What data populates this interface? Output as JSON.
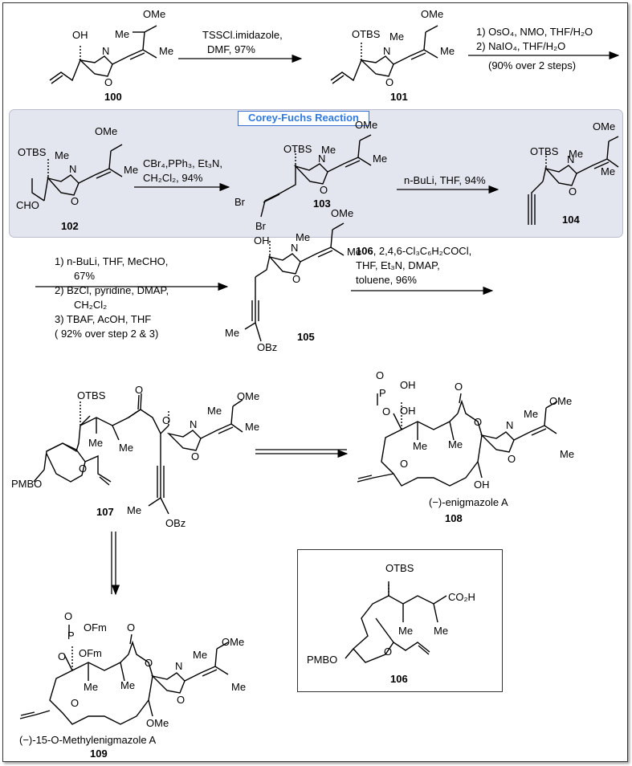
{
  "panel": {
    "title": "Corey-Fuchs Reaction"
  },
  "compounds": {
    "c100": "100",
    "c101": "101",
    "c102": "102",
    "c103": "103",
    "c104": "104",
    "c105": "105",
    "c106": "106",
    "c107": "107",
    "c108": "108",
    "c109": "109",
    "name108": "(−)-enigmazole A",
    "name109": "(−)-15-O-Methylenigmazole A"
  },
  "conditions": {
    "step1_l1": "TSSCl.imidazole,",
    "step1_l2": "DMF, 97%",
    "step2_l1": "1) OsO₄, NMO, THF/H₂O",
    "step2_l2": "2) NaIO₄, THF/H₂O",
    "step2_l3": "(90% over 2 steps)",
    "step3_l1": "CBr₄,PPh₃, Et₃N,",
    "step3_l2": "CH₂Cl₂, 94%",
    "step4_l1": "n-BuLi, THF, 94%",
    "step5_l1": "1) n-BuLi, THF, MeCHO,",
    "step5_l2": "67%",
    "step5_l3": "2) BzCl, pyridine, DMAP,",
    "step5_l4": "CH₂Cl₂",
    "step5_l5": "3) TBAF, AcOH, THF",
    "step5_l6": "( 92% over step 2 & 3)",
    "step6_num": "106",
    "step6_l1": ", 2,4,6-Cl₃C₆H₂COCl,",
    "step6_l2": "THF, Et₃N, DMAP,",
    "step6_l3": "toluene, 96%"
  },
  "labels": {
    "OH": "OH",
    "OMe": "OMe",
    "Me": "Me",
    "N": "N",
    "O": "O",
    "OTBS": "OTBS",
    "OTBSMe": "OTBS",
    "CHO": "CHO",
    "Br": "Br",
    "OBz": "OBz",
    "PMBO": "PMBO",
    "P": "P",
    "OFm": "OFm",
    "CO2H": "CO₂H"
  }
}
